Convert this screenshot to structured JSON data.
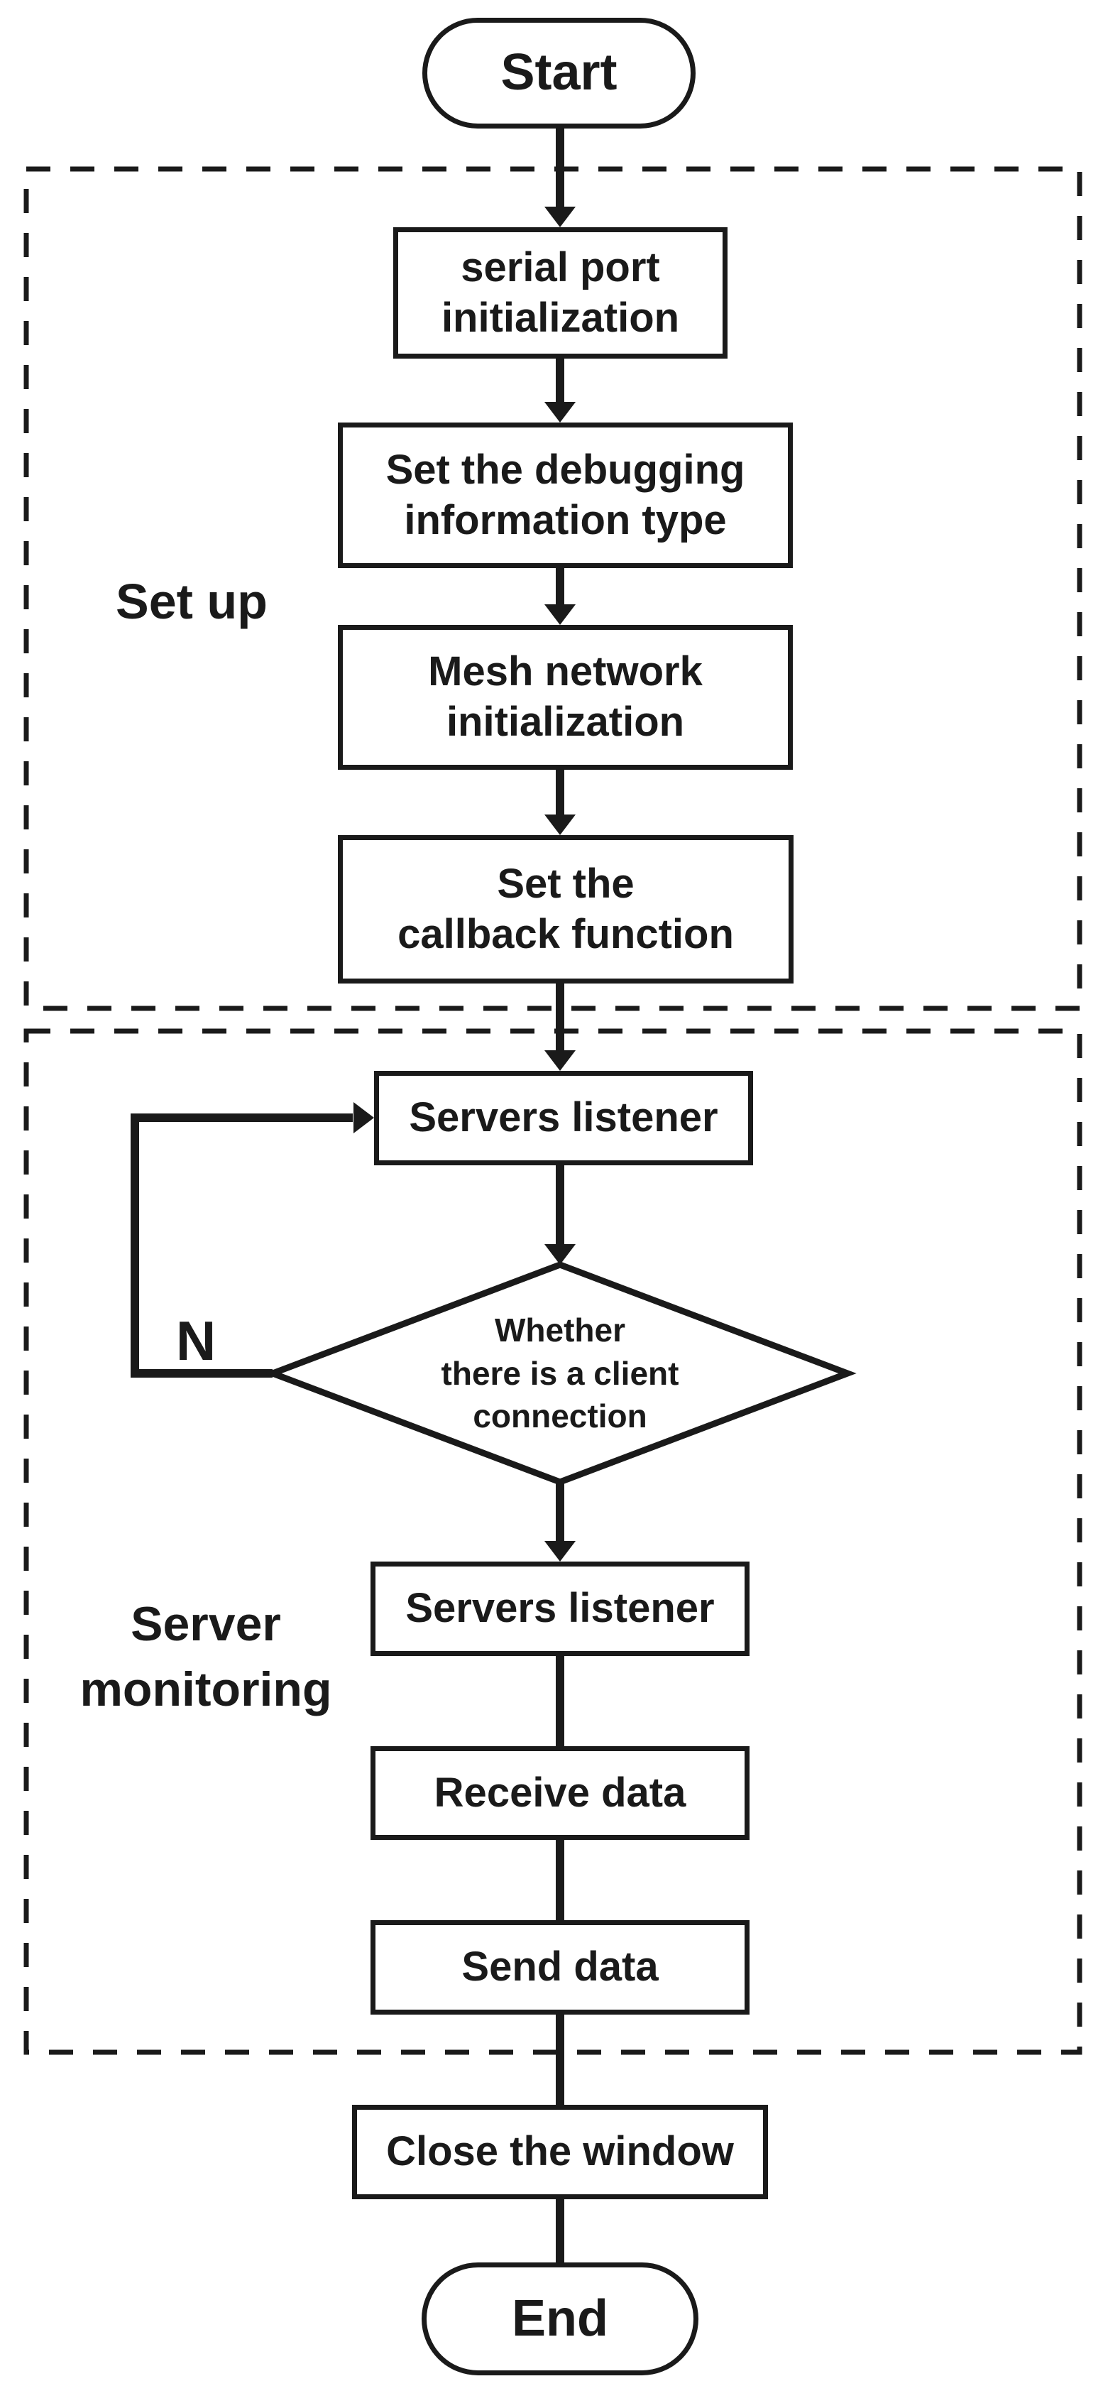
{
  "diagram": {
    "colors": {
      "stroke": "#1a1a1a",
      "background": "#ffffff"
    },
    "groups": {
      "setup": {
        "label": "Set up"
      },
      "server_monitoring": {
        "lines": [
          "Server",
          "monitoring"
        ]
      }
    },
    "nodes": {
      "start": {
        "label": "Start"
      },
      "serial_port_init": {
        "lines": [
          "serial port",
          "initialization"
        ]
      },
      "set_debug_info": {
        "lines": [
          "Set the debugging",
          "information type"
        ]
      },
      "mesh_network_init": {
        "lines": [
          "Mesh network",
          "initialization"
        ]
      },
      "set_callback": {
        "lines": [
          "Set the",
          "callback function"
        ]
      },
      "servers_listener_top": {
        "label": "Servers listener"
      },
      "client_connection_decision": {
        "lines": [
          "Whether",
          "there is a client",
          "connection"
        ]
      },
      "servers_listener_bottom": {
        "label": "Servers listener"
      },
      "receive_data": {
        "label": "Receive data"
      },
      "send_data": {
        "label": "Send data"
      },
      "close_window": {
        "label": "Close the window"
      },
      "end": {
        "label": "End"
      }
    },
    "edge_labels": {
      "no_branch": "N"
    }
  }
}
